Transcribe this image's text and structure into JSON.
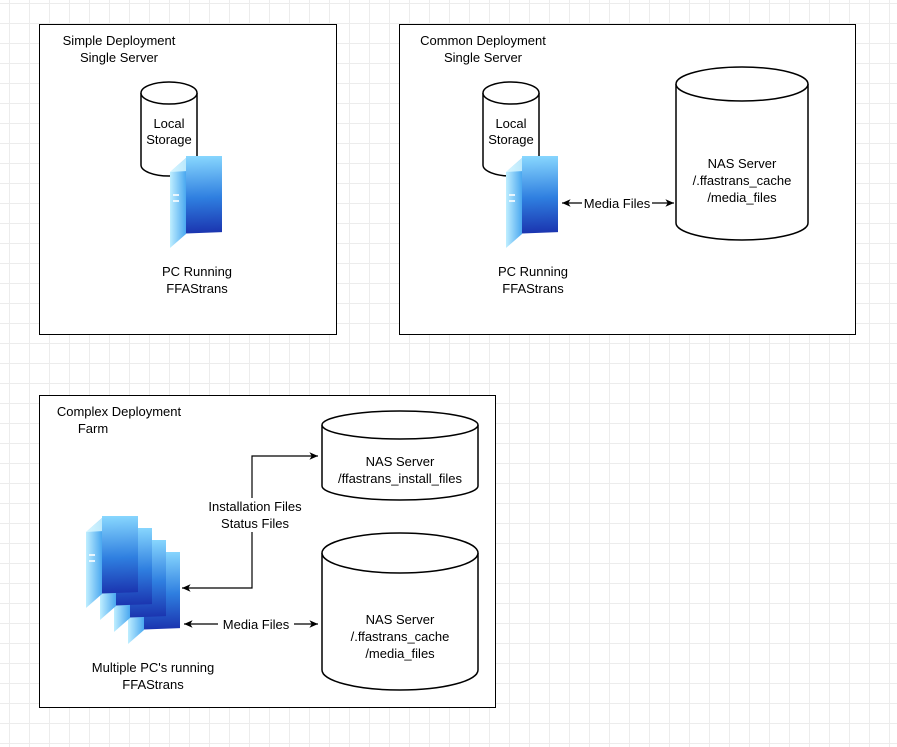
{
  "panels": {
    "simple": {
      "title_line1": "Simple Deployment",
      "title_line2": "Single Server",
      "storage_line1": "Local",
      "storage_line2": "Storage",
      "pc_line1": "PC Running",
      "pc_line2": "FFAStrans"
    },
    "common": {
      "title_line1": "Common Deployment",
      "title_line2": "Single Server",
      "storage_line1": "Local",
      "storage_line2": "Storage",
      "pc_line1": "PC Running",
      "pc_line2": "FFAStrans",
      "arrow_label": "Media Files",
      "nas_line1": "NAS Server",
      "nas_line2": "/.ffastrans_cache",
      "nas_line3": "/media_files"
    },
    "complex": {
      "title_line1": "Complex Deployment",
      "title_line2": "Farm",
      "install_nas_line1": "NAS Server",
      "install_nas_line2": "/ffastrans_install_files",
      "install_label_line1": "Installation Files",
      "install_label_line2": "Status Files",
      "media_label": "Media Files",
      "media_nas_line1": "NAS Server",
      "media_nas_line2": "/.ffastrans_cache",
      "media_nas_line3": "/media_files",
      "pcs_line1": "Multiple PC's running",
      "pcs_line2": "FFAStrans"
    }
  },
  "colors": {
    "border": "#000000",
    "server_light": "#7fd3ff",
    "server_dark": "#1a3fb5"
  }
}
